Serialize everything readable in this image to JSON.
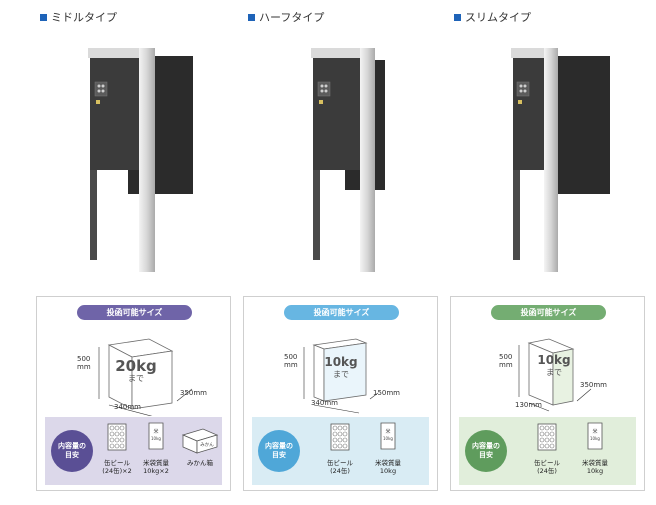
{
  "types": [
    {
      "label": "ミドルタイプ",
      "badge": "投函可能サイズ",
      "badge_color": "#6f64a8",
      "panel_color": "#dcd8ea",
      "circle_color": "#5a4f95",
      "box_tint": "#ffffff",
      "height": "500",
      "height_unit": "mm",
      "depth": "350mm",
      "width": "340mm",
      "weight": "20kg",
      "weight_sub": "まで",
      "circle_line1": "内容量の",
      "circle_line2": "目安",
      "items": [
        {
          "line1": "缶ビール",
          "line2": "(24缶)×2"
        },
        {
          "line1": "米袋質量",
          "line2": "10kg×2"
        },
        {
          "line1": "みかん箱",
          "line2": ""
        }
      ],
      "bag_text": "米",
      "bag_sub": "10kg",
      "box_text": "みかん"
    },
    {
      "label": "ハーフタイプ",
      "badge": "投函可能サイズ",
      "badge_color": "#67b6e2",
      "panel_color": "#d9ecf4",
      "circle_color": "#4fa7d8",
      "box_tint": "#eaf5fb",
      "height": "500",
      "height_unit": "mm",
      "depth": "150mm",
      "width": "340mm",
      "weight": "10kg",
      "weight_sub": "まで",
      "circle_line1": "内容量の",
      "circle_line2": "目安",
      "items": [
        {
          "line1": "缶ビール",
          "line2": "(24缶)"
        },
        {
          "line1": "米袋質量",
          "line2": "10kg"
        }
      ],
      "bag_text": "米",
      "bag_sub": "10kg"
    },
    {
      "label": "スリムタイプ",
      "badge": "投函可能サイズ",
      "badge_color": "#74ad72",
      "panel_color": "#e1eedb",
      "circle_color": "#5f9c5d",
      "box_tint": "#e8f2e2",
      "height": "500",
      "height_unit": "mm",
      "depth": "350mm",
      "width": "130mm",
      "weight": "10kg",
      "weight_sub": "まで",
      "circle_line1": "内容量の",
      "circle_line2": "目安",
      "items": [
        {
          "line1": "缶ビール",
          "line2": "(24缶)"
        },
        {
          "line1": "米袋質量",
          "line2": "10kg"
        }
      ],
      "bag_text": "米",
      "bag_sub": "10kg"
    }
  ]
}
